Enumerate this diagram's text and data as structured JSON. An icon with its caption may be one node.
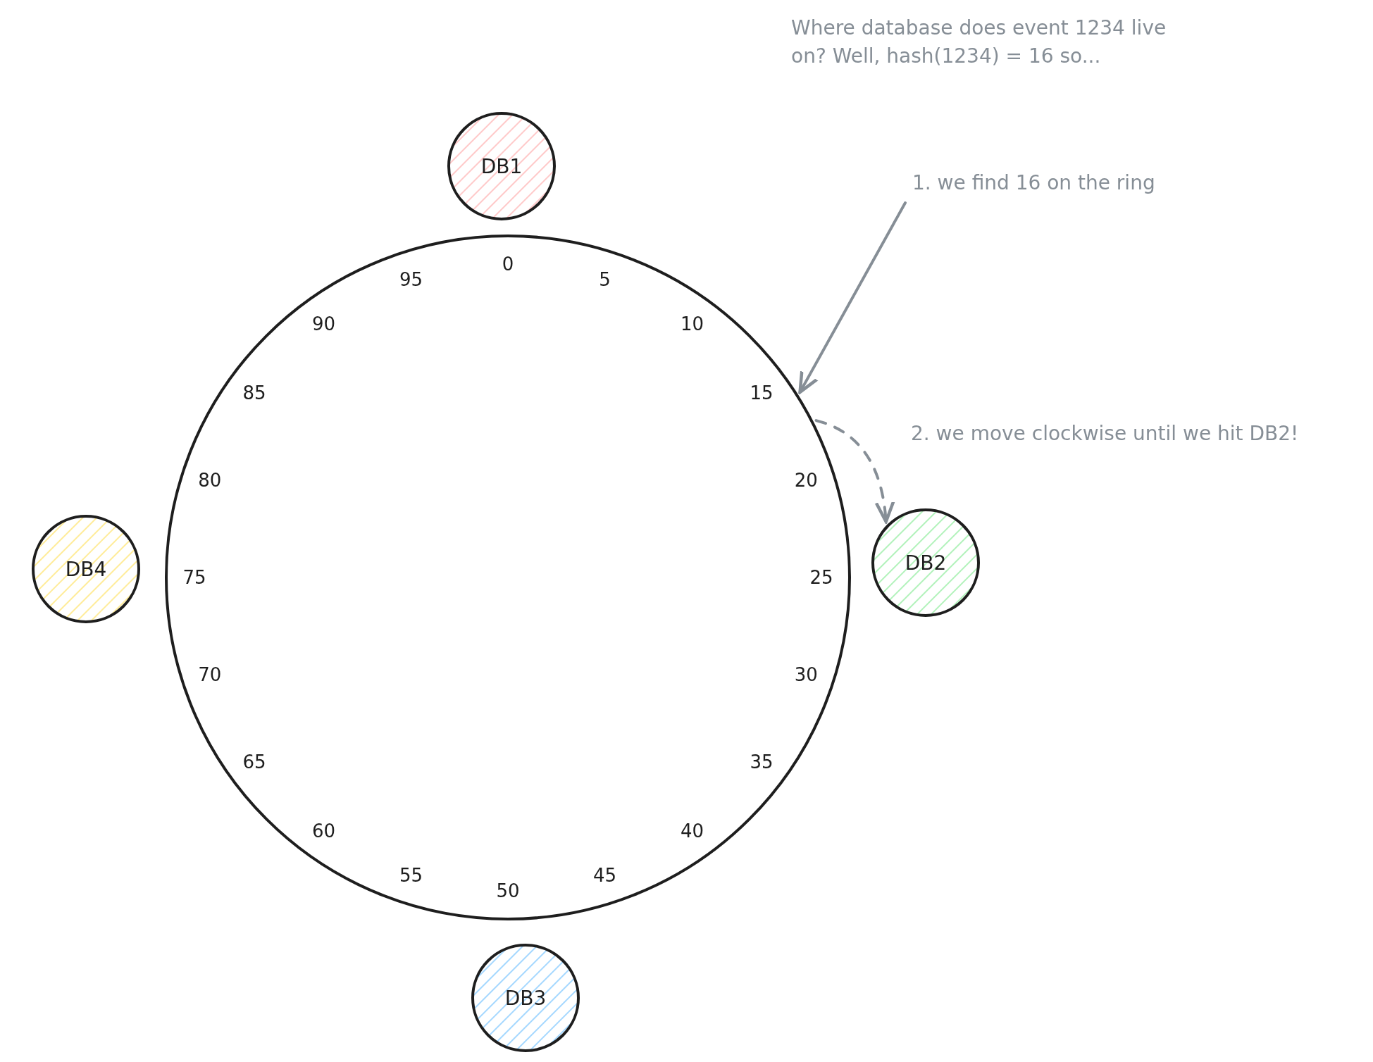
{
  "diagram": {
    "nodes": [
      {
        "text": [],
        "shape": "circle"
      },
      {
        "text": [
          "DB1"
        ]
      },
      {
        "text": [
          "DB2"
        ]
      },
      {
        "text": [
          "DB3"
        ]
      },
      {
        "text": [
          "DB4"
        ]
      },
      {
        "text": [
          "1. we find 16 on the ring"
        ]
      }
    ],
    "edges": [
      {
        "from": 5,
        "to": 0,
        "arrow": "to"
      },
      {
        "from": 0,
        "to": 2,
        "arrow": "to",
        "style": "dashed",
        "label": "2. we move clockwise until we hit DB2!"
      }
    ],
    "labels": [
      "Where database does event 1234 live on? Well, hash(1234) = 16 so...",
      "0",
      "5",
      "10",
      "15",
      "20",
      "25",
      "30",
      "35",
      "40",
      "45",
      "50",
      "55",
      "60",
      "65",
      "70",
      "75",
      "80",
      "85",
      "90",
      "95"
    ]
  }
}
